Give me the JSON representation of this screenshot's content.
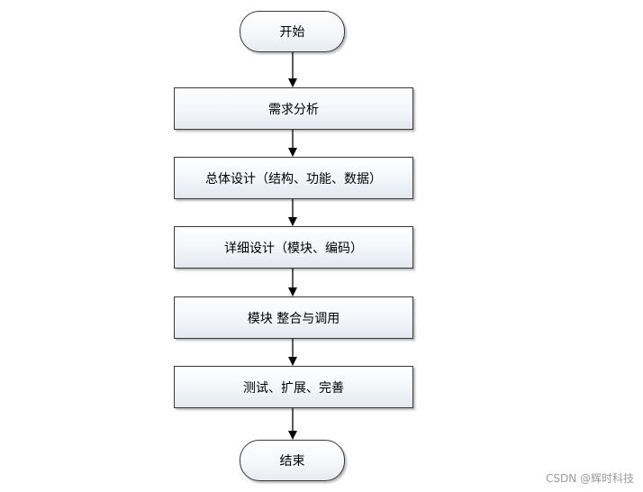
{
  "flowchart": {
    "start": "开始",
    "steps": [
      "需求分析",
      "总体设计（结构、功能、数据）",
      "详细设计（模块、编码）",
      "模块 整合与调用",
      "测试、扩展、完善"
    ],
    "end": "结束"
  },
  "watermark": "CSDN @辉时科技",
  "colors": {
    "stroke": "#3a3a3a",
    "arrow": "#000000",
    "box_fill_top": "#ffffff",
    "box_fill_bottom": "#e4e8f0",
    "watermark": "#9a9a9a"
  }
}
